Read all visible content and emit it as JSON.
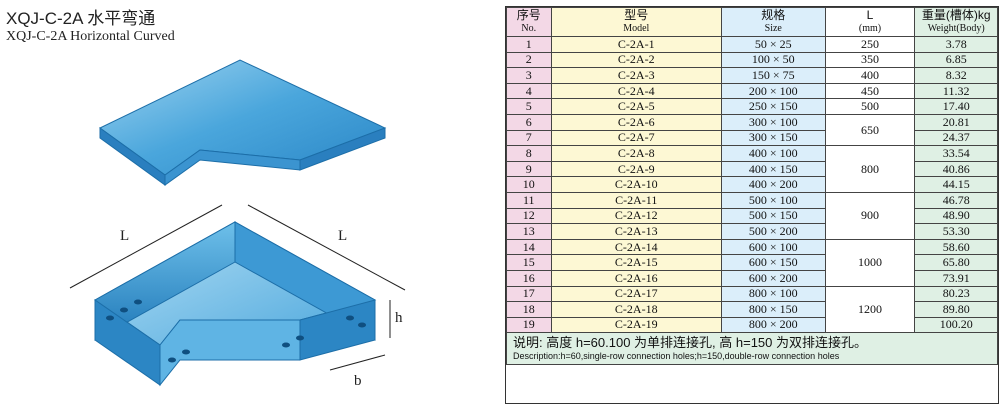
{
  "header": {
    "title_cn": "XQJ-C-2A 水平弯通",
    "title_en": "XQJ-C-2A  Horizontal Curved"
  },
  "figure": {
    "dim_l": "L",
    "dim_h": "h",
    "dim_b": "b"
  },
  "table": {
    "headers": {
      "no_cn": "序号",
      "no_en": "No.",
      "model_cn": "型号",
      "model_en": "Model",
      "size_cn": "规格",
      "size_en": "Size",
      "l_cn": "L",
      "l_en": "(mm)",
      "weight_cn": "重量(槽体)kg",
      "weight_en": "Weight(Body)"
    },
    "rows": [
      {
        "no": "1",
        "model": "C-2A-1",
        "size": "50 × 25",
        "weight": "3.78"
      },
      {
        "no": "2",
        "model": "C-2A-2",
        "size": "100 × 50",
        "weight": "6.85"
      },
      {
        "no": "3",
        "model": "C-2A-3",
        "size": "150 × 75",
        "weight": "8.32"
      },
      {
        "no": "4",
        "model": "C-2A-4",
        "size": "200 × 100",
        "weight": "11.32"
      },
      {
        "no": "5",
        "model": "C-2A-5",
        "size": "250 × 150",
        "weight": "17.40"
      },
      {
        "no": "6",
        "model": "C-2A-6",
        "size": "300 × 100",
        "weight": "20.81"
      },
      {
        "no": "7",
        "model": "C-2A-7",
        "size": "300 × 150",
        "weight": "24.37"
      },
      {
        "no": "8",
        "model": "C-2A-8",
        "size": "400 × 100",
        "weight": "33.54"
      },
      {
        "no": "9",
        "model": "C-2A-9",
        "size": "400 × 150",
        "weight": "40.86"
      },
      {
        "no": "10",
        "model": "C-2A-10",
        "size": "400 × 200",
        "weight": "44.15"
      },
      {
        "no": "11",
        "model": "C-2A-11",
        "size": "500 × 100",
        "weight": "46.78"
      },
      {
        "no": "12",
        "model": "C-2A-12",
        "size": "500 × 150",
        "weight": "48.90"
      },
      {
        "no": "13",
        "model": "C-2A-13",
        "size": "500 × 200",
        "weight": "53.30"
      },
      {
        "no": "14",
        "model": "C-2A-14",
        "size": "600 × 100",
        "weight": "58.60"
      },
      {
        "no": "15",
        "model": "C-2A-15",
        "size": "600 × 150",
        "weight": "65.80"
      },
      {
        "no": "16",
        "model": "C-2A-16",
        "size": "600 × 200",
        "weight": "73.91"
      },
      {
        "no": "17",
        "model": "C-2A-17",
        "size": "800 × 100",
        "weight": "80.23"
      },
      {
        "no": "18",
        "model": "C-2A-18",
        "size": "800 × 150",
        "weight": "89.80"
      },
      {
        "no": "19",
        "model": "C-2A-19",
        "size": "800 × 200",
        "weight": "100.20"
      }
    ],
    "l_values": {
      "r1": "250",
      "r2": "350",
      "r3": "400",
      "r4": "450",
      "r5": "500",
      "g6_7": "650",
      "g8_10": "800",
      "g11_13": "900",
      "g14_16": "1000",
      "g17_19": "1200"
    },
    "note_cn": "说明:  高度 h=60.100 为单排连接孔,  高 h=150 为双排连接孔。",
    "note_en": "Description:h=60,single-row connection holes;h=150,double-row connection holes"
  }
}
